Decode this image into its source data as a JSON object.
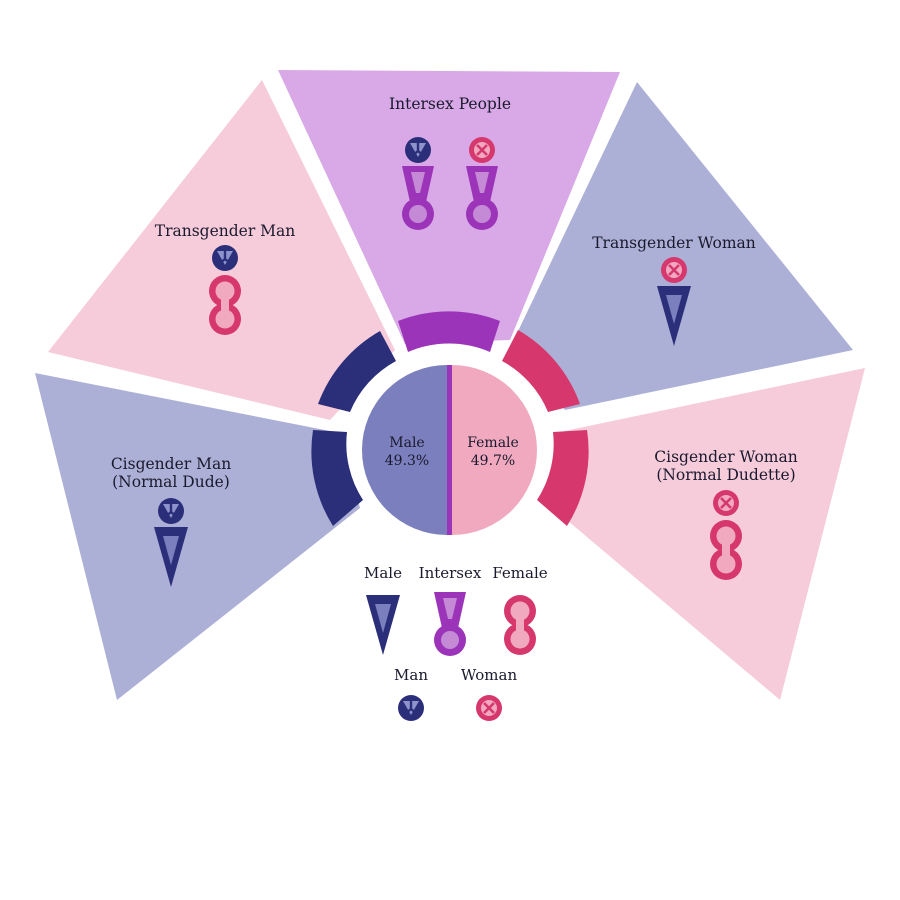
{
  "colors": {
    "male_dark": "#2b2f7a",
    "male_light": "#7b7fbd",
    "male_panel": "#adb0d6",
    "female_dark": "#d6386e",
    "female_light": "#f0a9bf",
    "female_panel": "#f6cbda",
    "intersex_dark": "#9b34b8",
    "intersex_light": "#c48ad6",
    "intersex_panel": "#d8a9e6"
  },
  "segments": {
    "intersex": {
      "label": "Intersex People"
    },
    "trans_man": {
      "label": "Transgender Man"
    },
    "trans_woman": {
      "label": "Transgender Woman"
    },
    "cis_man": {
      "line1": "Cisgender Man",
      "line2": "(Normal Dude)"
    },
    "cis_woman": {
      "line1": "Cisgender Woman",
      "line2": "(Normal Dudette)"
    }
  },
  "pie": {
    "male": {
      "label": "Male",
      "percent": "49.3%"
    },
    "female": {
      "label": "Female",
      "percent": "49.7%"
    }
  },
  "legend": {
    "male": "Male",
    "intersex": "Intersex",
    "female": "Female",
    "man": "Man",
    "woman": "Woman"
  },
  "icons": {
    "man": "man-symbol-icon",
    "woman": "woman-symbol-icon",
    "male": "male-body-icon",
    "female": "female-body-icon",
    "intersex": "intersex-body-icon"
  }
}
